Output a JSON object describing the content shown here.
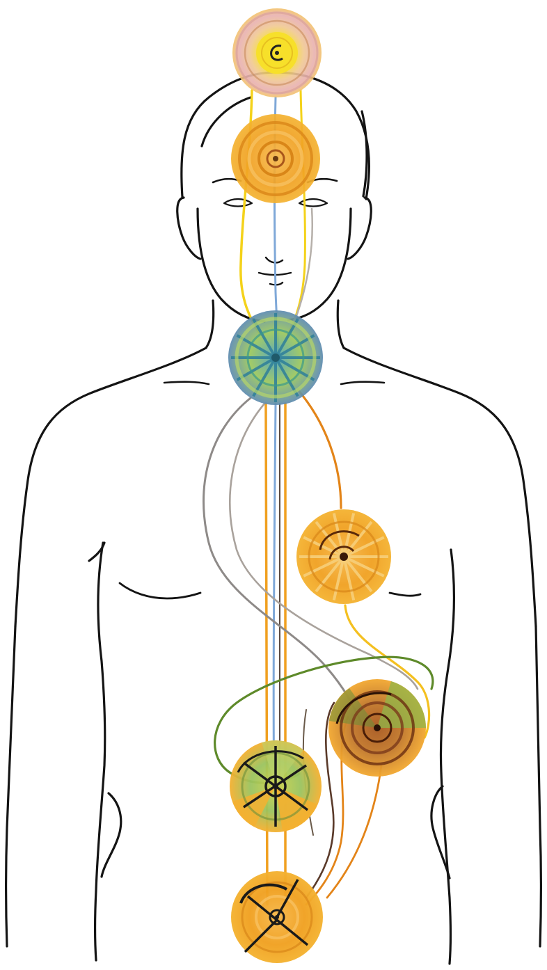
{
  "diagram": {
    "type": "illustration",
    "subject": "human-figure-with-energy-centers",
    "colors": {
      "outline": "#1a1a1a",
      "yellow": "#f4d21a",
      "orange": "#f0a020",
      "dark_orange": "#e38418",
      "blue": "#7fa8d8",
      "green": "#5e8a2a",
      "teal": "#3a9a8a",
      "grey": "#8e8a88",
      "brown": "#7a3a1a"
    },
    "centers": [
      {
        "name": "crown-center",
        "palette": "yellow"
      },
      {
        "name": "brow-center",
        "palette": "orange"
      },
      {
        "name": "throat-center",
        "palette": "blue-green"
      },
      {
        "name": "heart-center",
        "palette": "orange"
      },
      {
        "name": "solar-plexus-center",
        "palette": "brown-green"
      },
      {
        "name": "sacral-center",
        "palette": "green-orange"
      },
      {
        "name": "root-center",
        "palette": "orange"
      }
    ]
  }
}
